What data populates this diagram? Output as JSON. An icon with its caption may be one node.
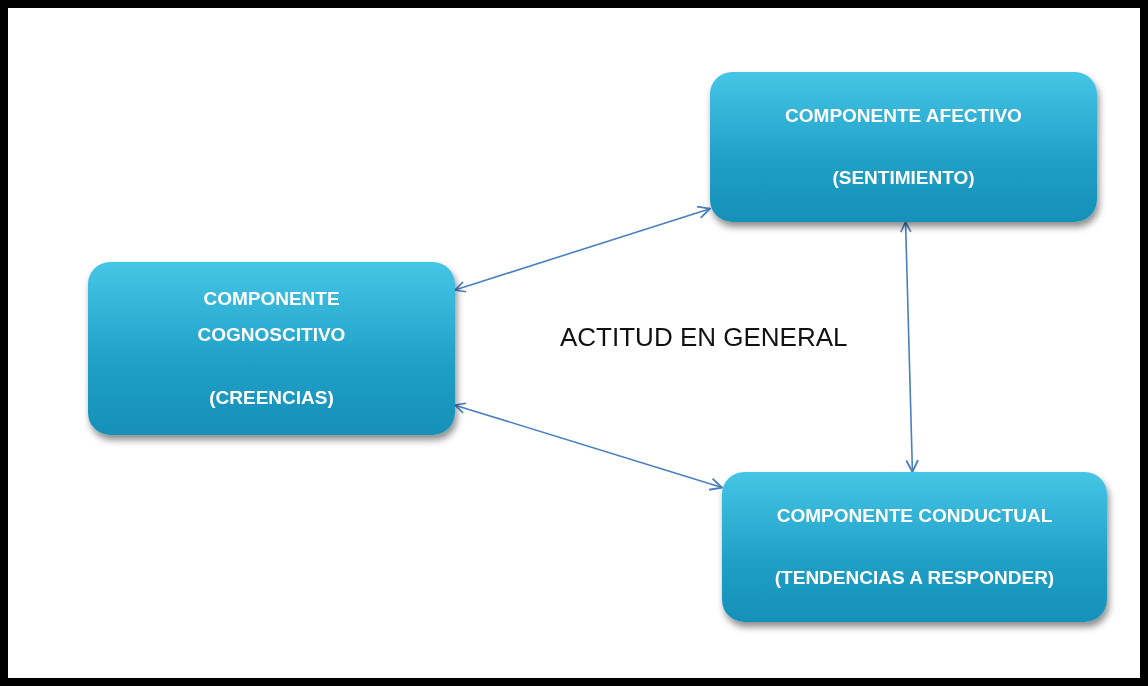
{
  "diagram": {
    "nodes": [
      {
        "text": [
          "COMPONENTE COGNOSCITIVO",
          "(CREENCIAS)"
        ]
      },
      {
        "text": [
          "COMPONENTE AFECTIVO",
          "(SENTIMIENTO)"
        ]
      },
      {
        "text": [
          "COMPONENTE CONDUCTUAL",
          "(TENDENCIAS A RESPONDER)"
        ]
      }
    ],
    "edges": [
      {
        "from": 0,
        "to": 1,
        "arrow": "both"
      },
      {
        "from": 0,
        "to": 2,
        "arrow": "both"
      },
      {
        "from": 1,
        "to": 2,
        "arrow": "both"
      }
    ],
    "labels": [
      "ACTITUD EN GENERAL"
    ]
  }
}
